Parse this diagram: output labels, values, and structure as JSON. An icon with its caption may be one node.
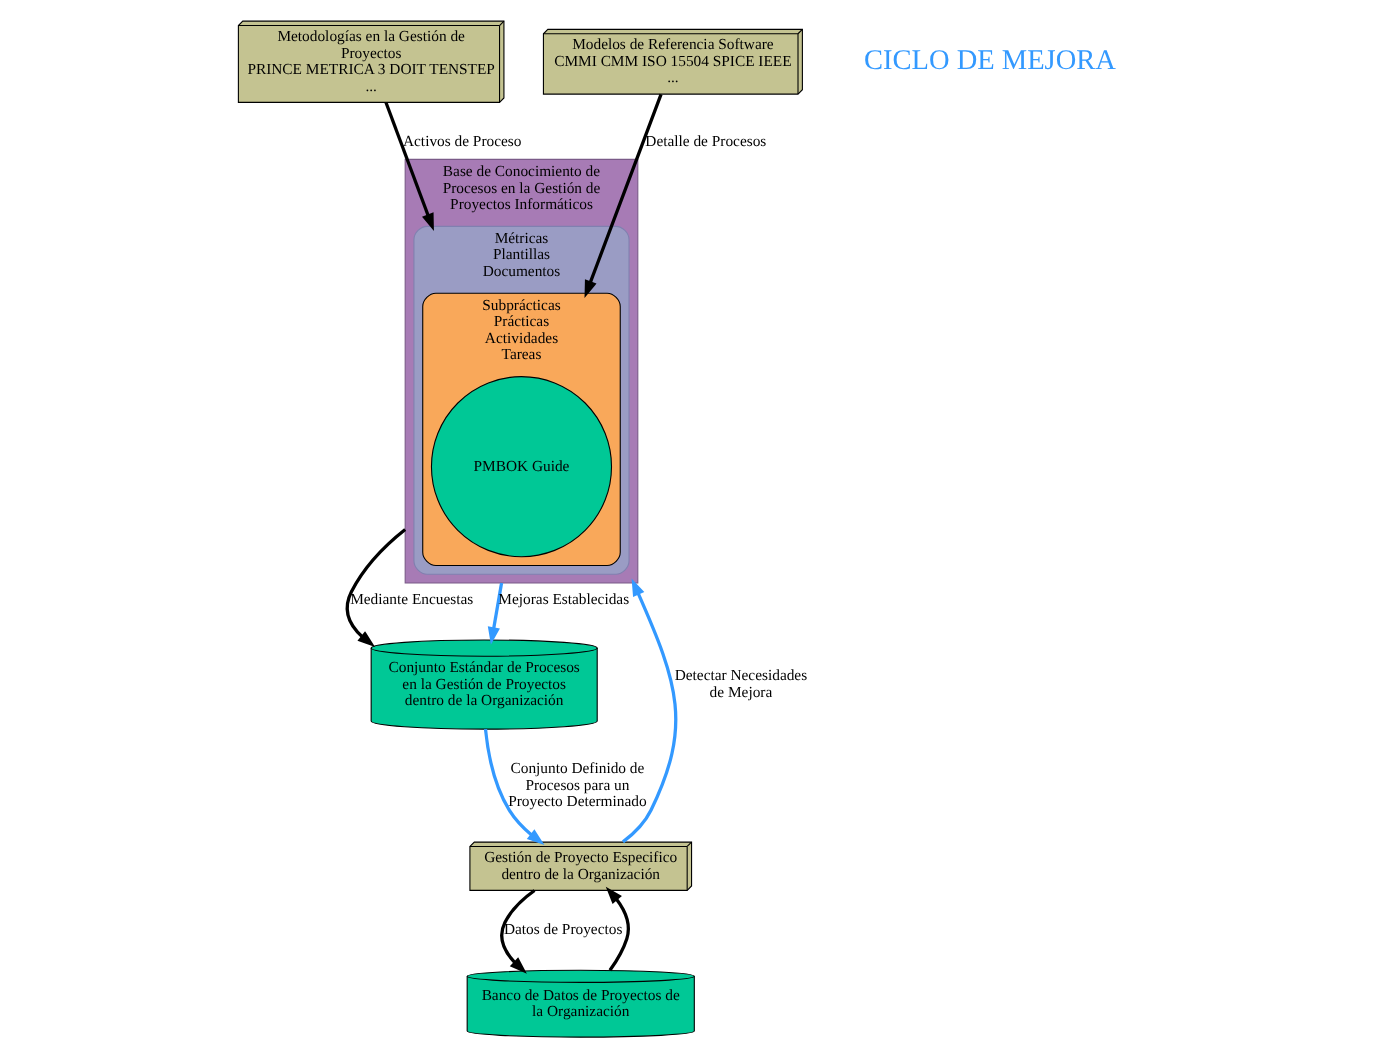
{
  "diagram": {
    "nodes": [
      {
        "text": [
          "Base de Conocimiento de Procesos en la Gestión de Proyectos Informáticos"
        ]
      },
      {
        "text": [
          "Métricas",
          "Plantillas",
          "Documentos"
        ],
        "in": 0
      },
      {
        "text": [
          "Subprácticas",
          "Prácticas",
          "Actividades",
          "Tareas"
        ],
        "in": 1
      },
      {
        "text": [
          "PMBOK Guide"
        ],
        "in": 2
      },
      {
        "text": [
          "Metodologías en la Gestión de Proyectos",
          "PRINCE METRICA 3 DOIT TENSTEP ..."
        ]
      },
      {
        "text": [
          "Modelos de Referencia Software",
          "CMMI CMM ISO 15504 SPICE IEEE ..."
        ]
      },
      {
        "text": [
          "Conjunto Estándar de Procesos en la Gestión de Proyectos dentro de la Organización"
        ]
      },
      {
        "text": [
          "Gestión de Proyecto Especifico dentro de la Organización"
        ]
      },
      {
        "text": [
          "Banco de Datos de Proyectos de la Organización"
        ]
      }
    ],
    "edges": [
      {
        "from": 4,
        "to": 1,
        "arrow": "to",
        "label": "Activos de Proceso"
      },
      {
        "from": 5,
        "to": 2,
        "arrow": "to",
        "label": "Detalle de Procesos"
      },
      {
        "from": 0,
        "to": 6,
        "arrow": "to",
        "label": "Mediante Encuestas"
      },
      {
        "from": 0,
        "to": 6,
        "arrow": "to",
        "label": "Mejoras Establecidas",
        "color": "#3399ff"
      },
      {
        "from": 6,
        "to": 7,
        "arrow": "to",
        "label": "Conjunto Definido de Procesos para un Proyecto Determinado",
        "color": "#3399ff"
      },
      {
        "from": 7,
        "to": 0,
        "arrow": "to",
        "label": "Detectar Necesidades de Mejora",
        "color": "#3399ff"
      },
      {
        "from": 7,
        "to": 8,
        "arrow": "to",
        "label": "Datos de Proyectos"
      },
      {
        "from": 8,
        "to": 7,
        "arrow": "to"
      }
    ],
    "labels": [
      "CICLO DE MEJORA"
    ]
  }
}
